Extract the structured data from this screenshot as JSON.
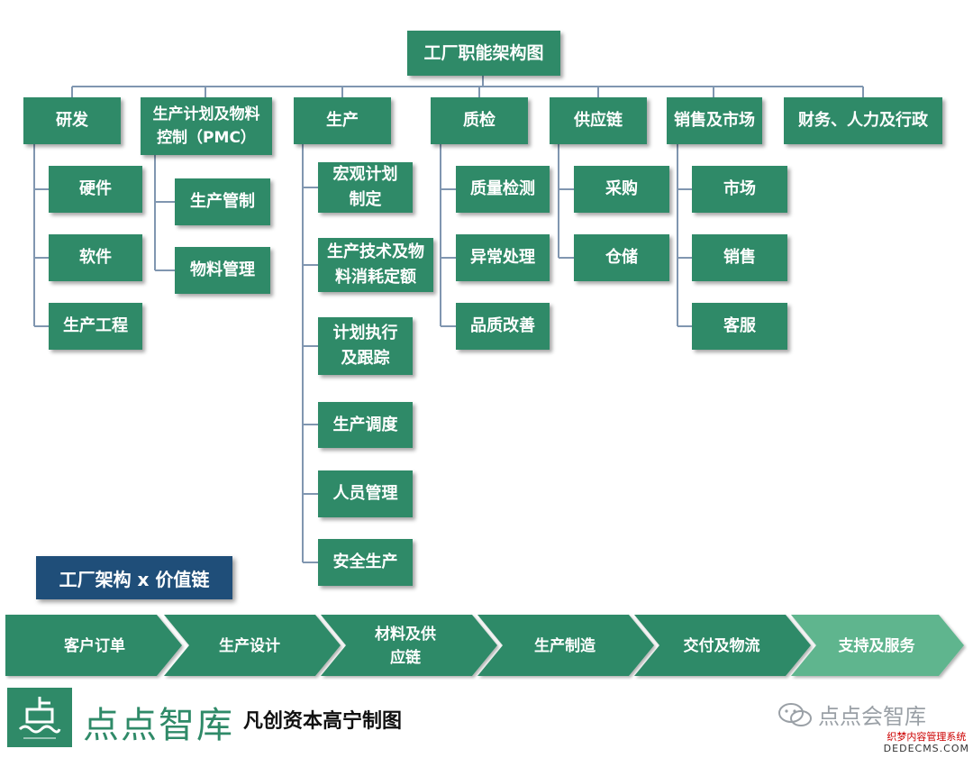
{
  "chart": {
    "title": "工厂职能架构图",
    "departments": [
      {
        "name": "研发",
        "items": [
          "硬件",
          "软件",
          "生产工程"
        ]
      },
      {
        "name": "生产计划及物料控制（PMC）",
        "items": [
          "生产管制",
          "物料管理"
        ]
      },
      {
        "name": "生产",
        "items": [
          "宏观计划制定",
          "生产技术及物料消耗定额",
          "计划执行及跟踪",
          "生产调度",
          "人员管理",
          "安全生产"
        ]
      },
      {
        "name": "质检",
        "items": [
          "质量检测",
          "异常处理",
          "品质改善"
        ]
      },
      {
        "name": "供应链",
        "items": [
          "采购",
          "仓储"
        ]
      },
      {
        "name": "销售及市场",
        "items": [
          "市场",
          "销售",
          "客服"
        ]
      },
      {
        "name": "财务、人力及行政",
        "items": []
      }
    ]
  },
  "value_chain": {
    "title": "工厂架构 x 价值链",
    "steps": [
      "客户订单",
      "生产设计",
      "材料及供应链",
      "生产制造",
      "交付及物流",
      "支持及服务"
    ]
  },
  "footer": {
    "brand": "点点智库",
    "credit": "凡创资本高宁制图",
    "wechat_account": "点点会智库"
  },
  "watermark": {
    "line1": "织梦内容管理系统",
    "line2": "DEDECMS.COM"
  },
  "colors": {
    "box": "#2f8a68",
    "line": "#8096b0",
    "title_tag": "#1f4e79",
    "chevron_last": "#5fb58e"
  }
}
